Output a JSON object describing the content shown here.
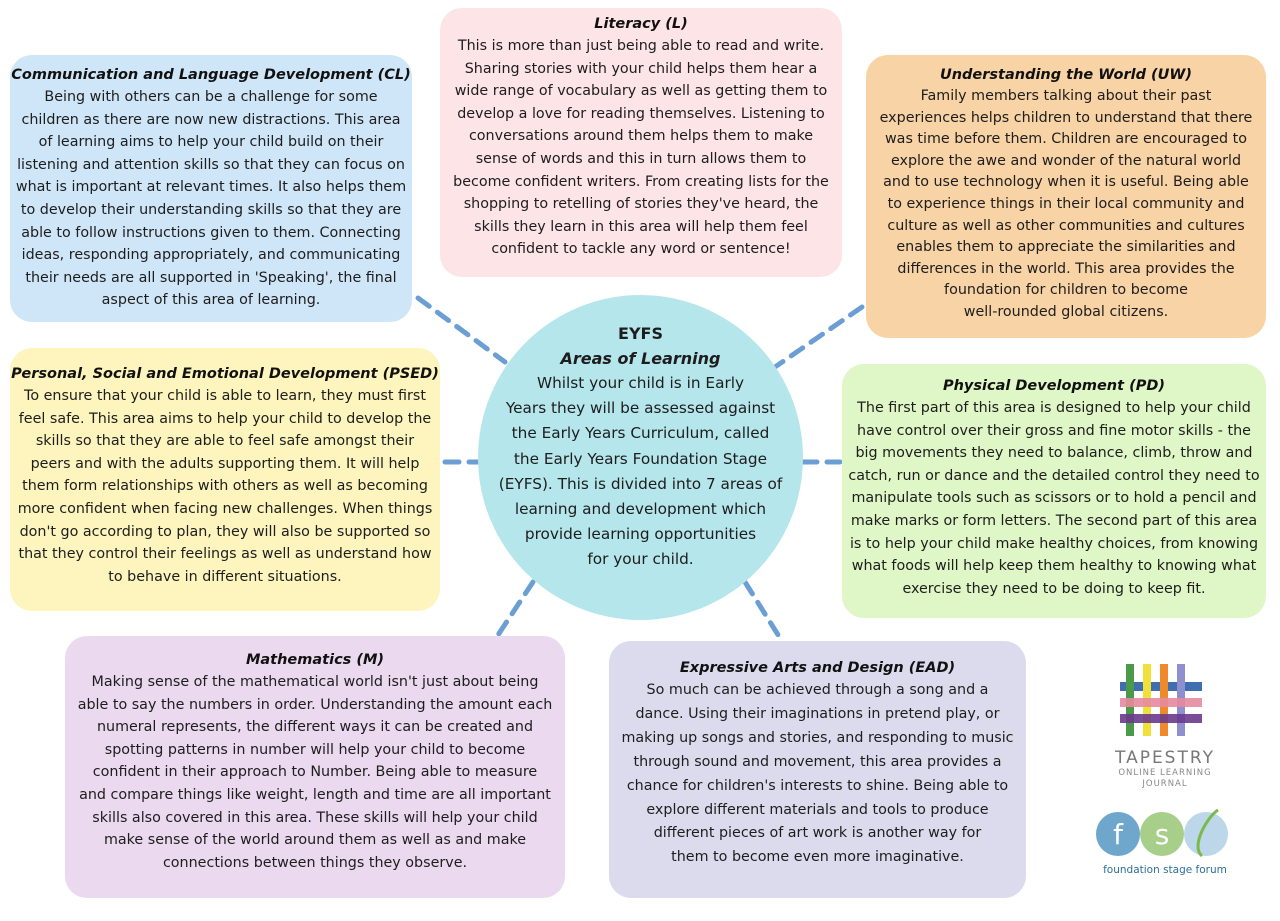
{
  "centre": {
    "title": "EYFS",
    "subtitle": "Areas of Learning",
    "lines": [
      "Whilst your child is in Early",
      "Years they will be assessed against",
      "the Early Years Curriculum, called",
      "the Early Years Foundation Stage",
      "(EYFS). This is divided into 7 areas of",
      "learning and development which",
      "provide learning opportunities",
      "for your child."
    ]
  },
  "areas": {
    "cl": {
      "title": "Communication and Language Development (CL)",
      "lines": [
        "Being with others can be a challenge for some",
        "children as there are now new distractions. This area",
        "of learning aims to help your child build on their",
        "listening and attention skills so that they can focus on",
        "what is important at relevant times. It also helps them",
        "to develop their understanding skills so that they are",
        "able to follow instructions given to them. Connecting",
        "ideas, responding appropriately, and communicating",
        "their needs are all supported in 'Speaking', the final",
        "aspect of this area of learning."
      ]
    },
    "lit": {
      "title": "Literacy (L)",
      "lines": [
        "This is more than just being able to read and write.",
        "Sharing stories with your child helps them hear a",
        "wide range of vocabulary as well as getting them to",
        "develop a love for reading themselves. Listening to",
        "conversations around them helps them to make",
        "sense of words and this in turn allows them to",
        "become confident writers. From creating lists for the",
        "shopping to retelling of stories they've heard, the",
        "skills they learn in this area will help them feel",
        "confident to tackle any word or sentence!"
      ]
    },
    "uw": {
      "title": "Understanding the World (UW)",
      "lines": [
        "Family members talking about their past",
        "experiences helps children to understand that there",
        "was time before them. Children are encouraged to",
        "explore the awe and wonder of the natural world",
        "and to use technology when it is useful. Being able",
        "to experience things in their local community and",
        "culture as well as other communities and cultures",
        "enables them to appreciate the similarities and",
        "differences in the world. This area provides the",
        "foundation for children to become",
        "well-rounded global citizens."
      ]
    },
    "psed": {
      "title": "Personal, Social and Emotional Development (PSED)",
      "lines": [
        "To ensure that your child is able to learn, they must first",
        "feel safe. This area aims to help your child to develop the",
        "skills so that they are able to feel safe amongst their",
        "peers and with the adults supporting them. It will help",
        "them form relationships with others as well as becoming",
        "more confident when facing new challenges. When things",
        "don't go according to plan, they will also be supported so",
        "that they control their feelings as well as understand how",
        "to behave in different situations."
      ]
    },
    "pd": {
      "title": "Physical Development (PD)",
      "lines": [
        "The first part of this area is designed to help your child",
        "have control over their gross and fine motor skills - the",
        "big movements they need to balance, climb, throw and",
        "catch, run or dance and the detailed control they need to",
        "manipulate tools such as scissors or to hold a pencil and",
        "make marks or form letters. The second part of this area",
        "is to help your child make healthy choices, from knowing",
        "what foods will help keep them healthy to knowing what",
        "exercise they need to be doing to keep fit."
      ]
    },
    "m": {
      "title": "Mathematics (M)",
      "lines": [
        "Making sense of the mathematical world isn't just about being",
        "able to say the numbers in order. Understanding the amount each",
        "numeral represents, the different ways it can be created and",
        "spotting patterns in number will help your child to become",
        "confident in their approach to Number. Being able to measure",
        "and compare things like weight, length and time are all important",
        "skills also covered in this area. These skills will help your child",
        "make sense of the world around them as well as and make",
        "connections between things they observe."
      ]
    },
    "ead": {
      "title": "Expressive Arts and Design (EAD)",
      "lines": [
        "So much can be achieved through a song and a",
        "dance. Using their imaginations in pretend play, or",
        "making up songs and stories, and responding to music",
        "through sound and movement, this area provides a",
        "chance for children's interests to shine. Being able to",
        "explore different materials and tools to produce",
        "different pieces of art work is another way for",
        "them to become even more imaginative."
      ]
    }
  },
  "logos": {
    "tapestry": {
      "name": "TAPESTRY",
      "tagline_1": "ONLINE LEARNING",
      "tagline_2": "JOURNAL"
    },
    "fsf": {
      "name": "foundation stage forum"
    }
  },
  "colors": {
    "dash": "#6b9fd4",
    "circle": "#b5e6ec"
  }
}
